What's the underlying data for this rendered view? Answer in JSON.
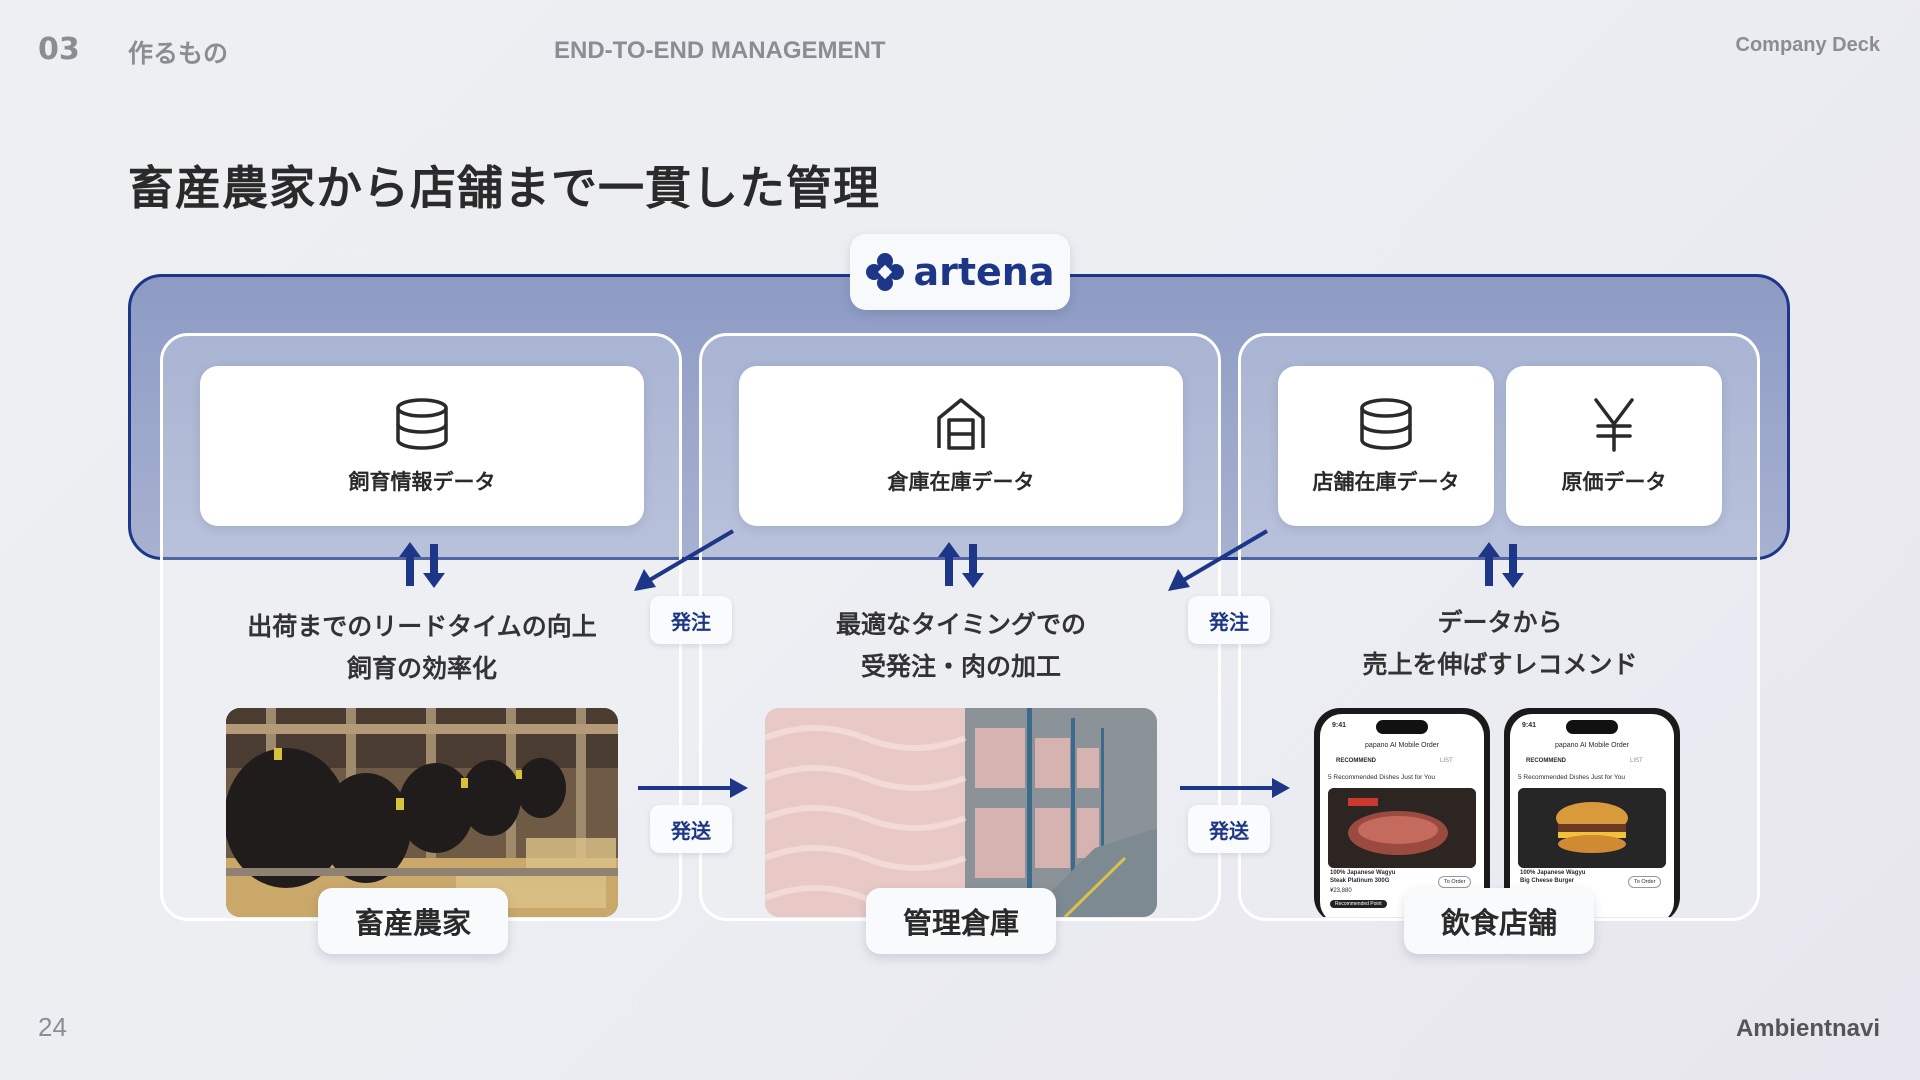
{
  "header": {
    "section_number": "03",
    "section_name": "作るもの",
    "section_english": "END-TO-END MANAGEMENT",
    "deck_label": "Company Deck"
  },
  "title": "畜産農家から店舗まで一貫した管理",
  "platform": {
    "logo_text": "artena",
    "accent_color": "#1d3687"
  },
  "data_cards": [
    {
      "label": "飼育情報データ",
      "icon": "database-icon"
    },
    {
      "label": "倉庫在庫データ",
      "icon": "warehouse-icon"
    },
    {
      "label": "店舗在庫データ",
      "icon": "database-icon"
    },
    {
      "label": "原価データ",
      "icon": "yen-icon"
    }
  ],
  "columns": [
    {
      "desc_line1": "出荷までのリードタイムの向上",
      "desc_line2": "飼育の効率化",
      "tag": "畜産農家"
    },
    {
      "desc_line1": "最適なタイミングでの",
      "desc_line2": "受発注・肉の加工",
      "tag": "管理倉庫"
    },
    {
      "desc_line1": "データから",
      "desc_line2": "売上を伸ばすレコメンド",
      "tag": "飲食店舗"
    }
  ],
  "flows": {
    "order_label": "発注",
    "ship_label": "発送"
  },
  "phones": [
    {
      "time": "9:41",
      "app_title": "papano AI Mobile Order",
      "tab_recommend": "RECOMMEND",
      "tab_list": "LIST",
      "section_heading": "5 Recommended Dishes Just for You",
      "item_line1": "100% Japanese Wagyu",
      "item_line2": "Steak Platinum 300G",
      "price": "¥23,880",
      "order_button": "To Order",
      "badge": "Recommended Point"
    },
    {
      "time": "9:41",
      "app_title": "papano AI Mobile Order",
      "tab_recommend": "RECOMMEND",
      "tab_list": "LIST",
      "section_heading": "5 Recommended Dishes Just for You",
      "item_line1": "100% Japanese Wagyu",
      "item_line2": "Big Cheese Burger",
      "order_button": "To Order"
    }
  ],
  "footer": {
    "page_number": "24",
    "brand": "Ambientnavi"
  }
}
